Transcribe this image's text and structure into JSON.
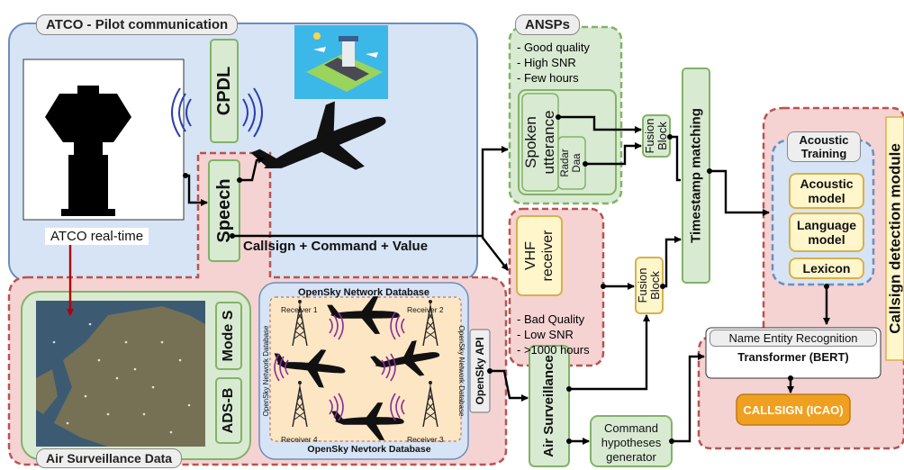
{
  "atco_pilot": {
    "title": "ATCO - Pilot communication",
    "cpdl": "CPDL",
    "speech": "Speech",
    "atco_realtime": "ATCO real-time",
    "callsign_command_value": "Callsign + Command + Value"
  },
  "ansps": {
    "title": "ANSPs",
    "bullets": [
      "- Good quality",
      "- High SNR",
      "- Few hours"
    ],
    "spoken_utterance": "Spoken utterance",
    "radar_data": "Radar Daa",
    "fusion_block": "Fusion Block"
  },
  "vhf": {
    "receiver": "VHF receiver",
    "bullets": [
      "- Bad Quality",
      "- Low SNR",
      "- >1000 hours"
    ],
    "fusion_block": "Fusion Block"
  },
  "timestamp_matching": "Timestamp matching",
  "air_surveillance_data": {
    "title": "Air Surveillance Data",
    "mode_s": "Mode S",
    "ads_b": "ADS-B"
  },
  "opensky": {
    "title_top": "OpenSky Network Database",
    "title_bottom": "OpenSky Nevtork Database",
    "side_left": "OpenSky Network Database",
    "side_right": "OpenSky Network Database",
    "receivers": [
      "Receiver 1",
      "Receiver 2",
      "Receiver 3",
      "Receiver 4"
    ],
    "api": "OpenSky API"
  },
  "air_surveillance": "Air Surveillance",
  "command_hypotheses": "Command hypotheses generator",
  "callsign_module": {
    "title": "Callsign detection module",
    "acoustic_training": "Acoustic Training",
    "acoustic_model": "Acoustic model",
    "language_model": "Language model",
    "lexicon": "Lexicon",
    "ner": "Name Entity Recognition",
    "transformer": "Transformer (BERT)",
    "callsign_icao": "CALLSIGN (ICAO)"
  },
  "colors": {
    "blue_panel": "#d6e4f5",
    "green_panel": "#d9ead3",
    "red_panel": "#f5d3d3",
    "green_border": "#82b366",
    "red_border": "#b85450",
    "yellow_box": "#fff6cc",
    "orange_box": "#f0a020"
  }
}
